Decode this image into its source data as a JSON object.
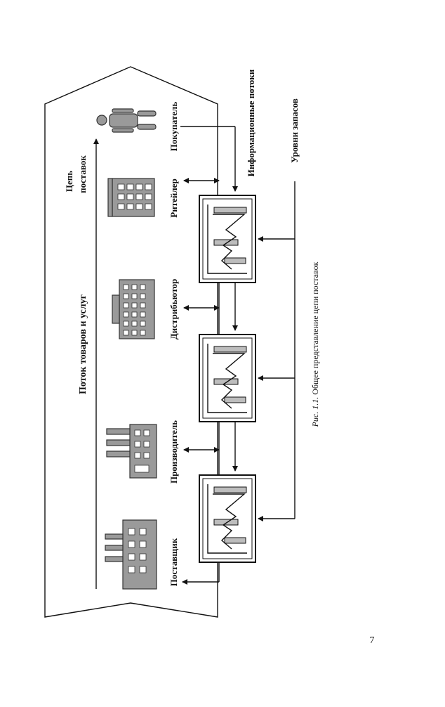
{
  "diagram": {
    "title_chain": [
      "Цепь",
      "поставок"
    ],
    "flow_label": "Поток товаров и услуг",
    "info_flows_label": "Информационные потоки",
    "inventory_label": "Уровни запасов",
    "participants": [
      {
        "key": "supplier",
        "label": "Поставщик",
        "icon": "factory-icon"
      },
      {
        "key": "manufacturer",
        "label": "Производитель",
        "icon": "factory-icon"
      },
      {
        "key": "distributor",
        "label": "Дистрибьютор",
        "icon": "building-icon"
      },
      {
        "key": "retailer",
        "label": "Ритейлер",
        "icon": "store-icon"
      },
      {
        "key": "buyer",
        "label": "Покупатель",
        "icon": "person-icon"
      }
    ]
  },
  "caption": {
    "prefix": "Рис. 1.1.",
    "text": " Общее представление цепи поставок"
  },
  "page_number": "7"
}
